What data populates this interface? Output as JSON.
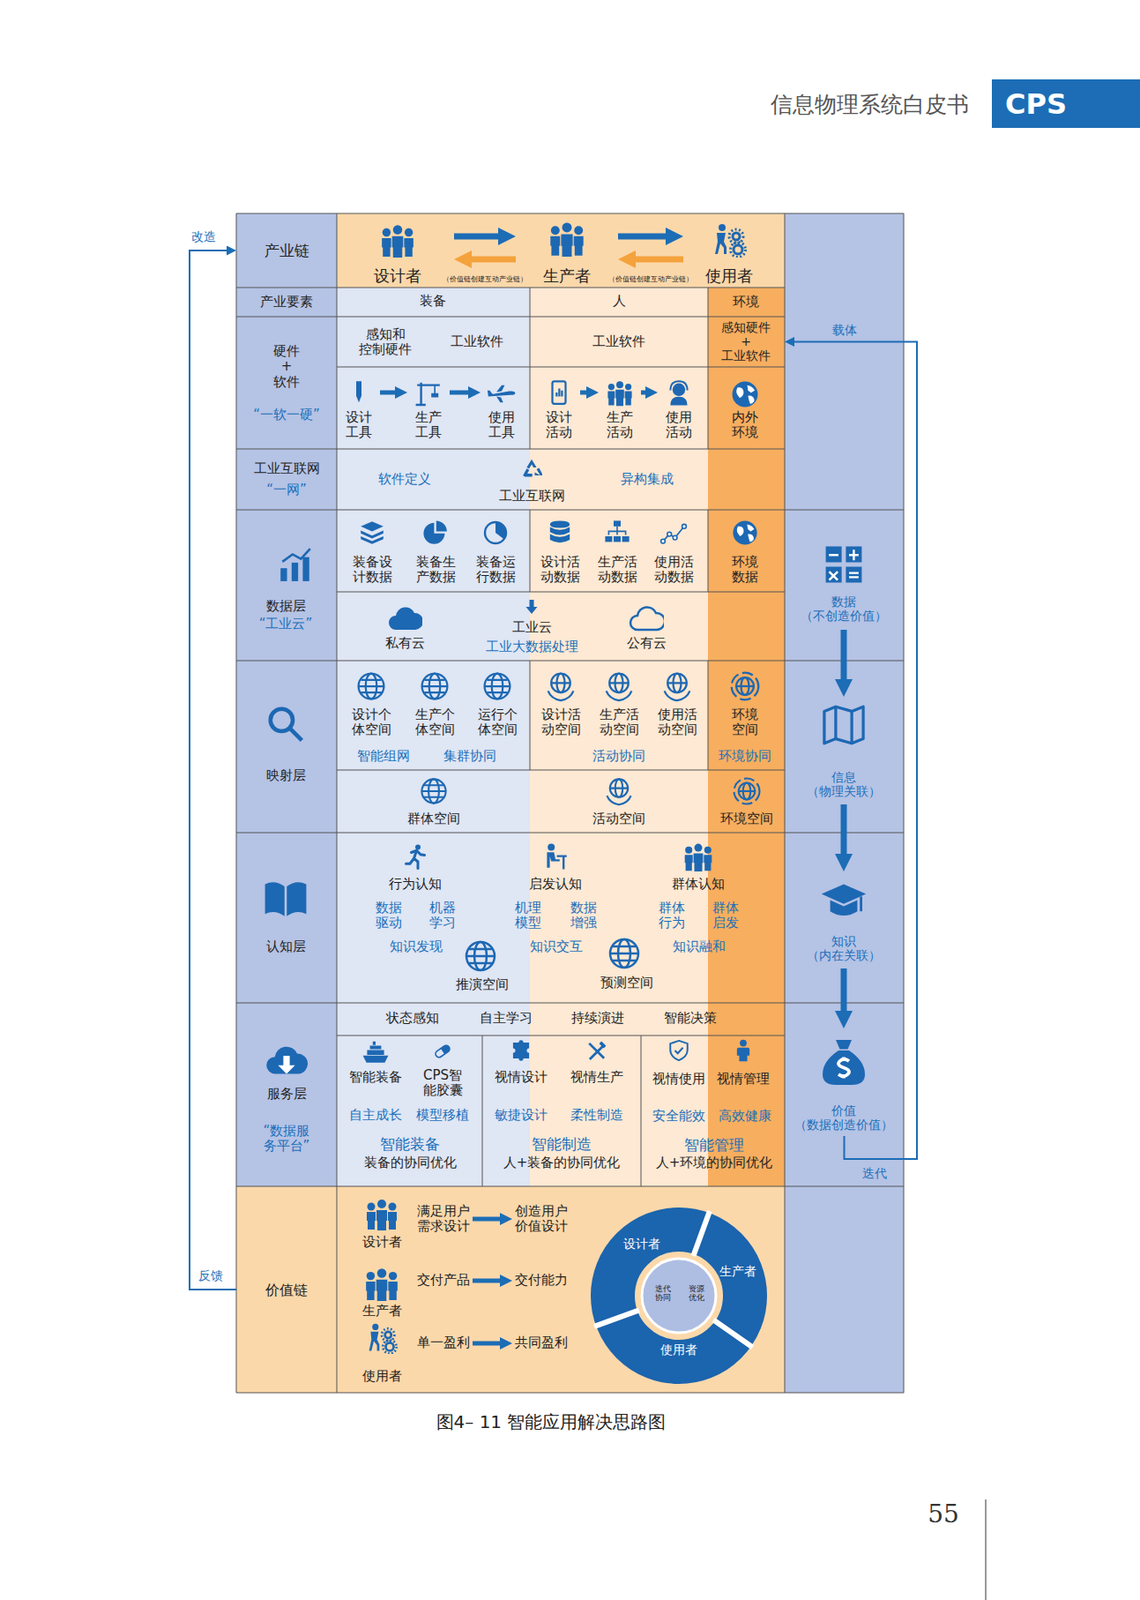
{
  "diagram": {
    "caption": "图4– 11 智能应用解决思路图",
    "nodes": [
      {
        "text": [
          "CPS"
        ]
      },
      {
        "text": [
          "产业链"
        ]
      },
      {
        "text": [
          "设计者"
        ]
      },
      {
        "text": [
          "生产者"
        ]
      },
      {
        "text": [
          "使用者"
        ]
      },
      {
        "text": [
          "产业要素"
        ]
      },
      {
        "text": [
          "装备"
        ]
      },
      {
        "text": [
          "人"
        ]
      },
      {
        "text": [
          "环境"
        ]
      },
      {
        "text": [
          "硬件 + 软件",
          "“一软一硬”"
        ]
      },
      {
        "text": [
          "感知和 控制硬件",
          "工业软件"
        ]
      },
      {
        "text": [
          "工业软件"
        ]
      },
      {
        "text": [
          "感知硬件 + 工业软件"
        ]
      },
      {
        "text": [
          "设计 工具"
        ]
      },
      {
        "text": [
          "生产 工具"
        ]
      },
      {
        "text": [
          "使用 工具"
        ]
      },
      {
        "text": [
          "设计 活动"
        ]
      },
      {
        "text": [
          "生产 活动"
        ]
      },
      {
        "text": [
          "使用 活动"
        ]
      },
      {
        "text": [
          "内外 环境"
        ]
      },
      {
        "text": [
          "工业互联网",
          "“一网”"
        ]
      },
      {
        "text": [
          "数据层",
          "“工业云”"
        ]
      },
      {
        "text": [
          "数据 （不创造价值）"
        ]
      },
      {
        "text": [
          "映射层"
        ]
      },
      {
        "text": [
          "信息 （物理关联）"
        ]
      },
      {
        "text": [
          "认知层"
        ]
      },
      {
        "text": [
          "知识 （内在关联）"
        ]
      },
      {
        "text": [
          "服务层",
          "“数据服 务平台”"
        ]
      },
      {
        "text": [
          "价值 （数据创造价值）"
        ]
      },
      {
        "text": [
          "智能装备",
          "CPS智 能胶囊",
          "自主成长",
          "模型移植",
          "智能装备",
          "装备的协同优化"
        ]
      },
      {
        "text": [
          "视情设计",
          "视情生产",
          "敏捷设计",
          "柔性制造",
          "智能制造",
          "人+装备的协同优化"
        ]
      },
      {
        "text": [
          "视情使用",
          "视情管理",
          "安全能效",
          "高效健康",
          "智能管理",
          "人+环境的协同优化"
        ]
      },
      {
        "text": [
          "价值链"
        ]
      },
      {
        "text": [
          "满足用户 需求设计"
        ]
      },
      {
        "text": [
          "创造用户 价值设计"
        ]
      },
      {
        "text": [
          "交付产品"
        ]
      },
      {
        "text": [
          "交付能力"
        ]
      },
      {
        "text": [
          "单一盈利"
        ]
      },
      {
        "text": [
          "共同盈利"
        ]
      }
    ],
    "edges": [
      {
        "from": 2,
        "to": 3,
        "label": "（价值链创建互动产业链）",
        "arrow": "both"
      },
      {
        "from": 3,
        "to": 4,
        "label": "（价值链创建互动产业链）",
        "arrow": "both"
      },
      {
        "from": 13,
        "to": 14,
        "arrow": "to"
      },
      {
        "from": 14,
        "to": 15,
        "arrow": "to"
      },
      {
        "from": 16,
        "to": 17,
        "arrow": "to"
      },
      {
        "from": 17,
        "to": 18,
        "arrow": "to"
      },
      {
        "from": 22,
        "to": 24,
        "arrow": "to"
      },
      {
        "from": 24,
        "to": 26,
        "arrow": "to"
      },
      {
        "from": 26,
        "to": 28,
        "arrow": "to"
      },
      {
        "from": 28,
        "to": 12,
        "label": "迭代",
        "arrow": "to"
      },
      {
        "from": 32,
        "to": 1,
        "label": "反馈",
        "arrow": "to"
      },
      {
        "from": 33,
        "to": 34,
        "arrow": "to"
      },
      {
        "from": 35,
        "to": 36,
        "arrow": "to"
      },
      {
        "from": 37,
        "to": 38,
        "arrow": "to"
      }
    ],
    "labels": [
      "信息物理系统白皮书",
      "改造",
      "载体",
      "软件定义",
      "工业互联网",
      "异构集成",
      "装备设 计数据",
      "装备生 产数据",
      "装备运 行数据",
      "设计活 动数据",
      "生产活 动数据",
      "使用活 动数据",
      "环境 数据",
      "私有云",
      "工业云",
      "工业大数据处理",
      "公有云",
      "设计个 体空间",
      "生产个 体空间",
      "运行个 体空间",
      "设计活 动空间",
      "生产活 动空间",
      "使用活 动空间",
      "环境 空间",
      "智能组网",
      "集群协同",
      "活动协同",
      "环境协同",
      "群体空间",
      "活动空间",
      "环境空间",
      "行为认知",
      "启发认知",
      "群体认知",
      "数据 驱动",
      "机器 学习",
      "机理 模型",
      "数据 增强",
      "群体 行为",
      "群体 启发",
      "知识发现",
      "知识交互",
      "知识融和",
      "推演空间",
      "预测空间",
      "状态感知",
      "自主学习",
      "持续演进",
      "智能决策",
      "设计者",
      "生产者",
      "使用者",
      "设计者",
      "生产者",
      "使用者",
      "迭代 协同",
      "资源 优化",
      "55"
    ]
  }
}
